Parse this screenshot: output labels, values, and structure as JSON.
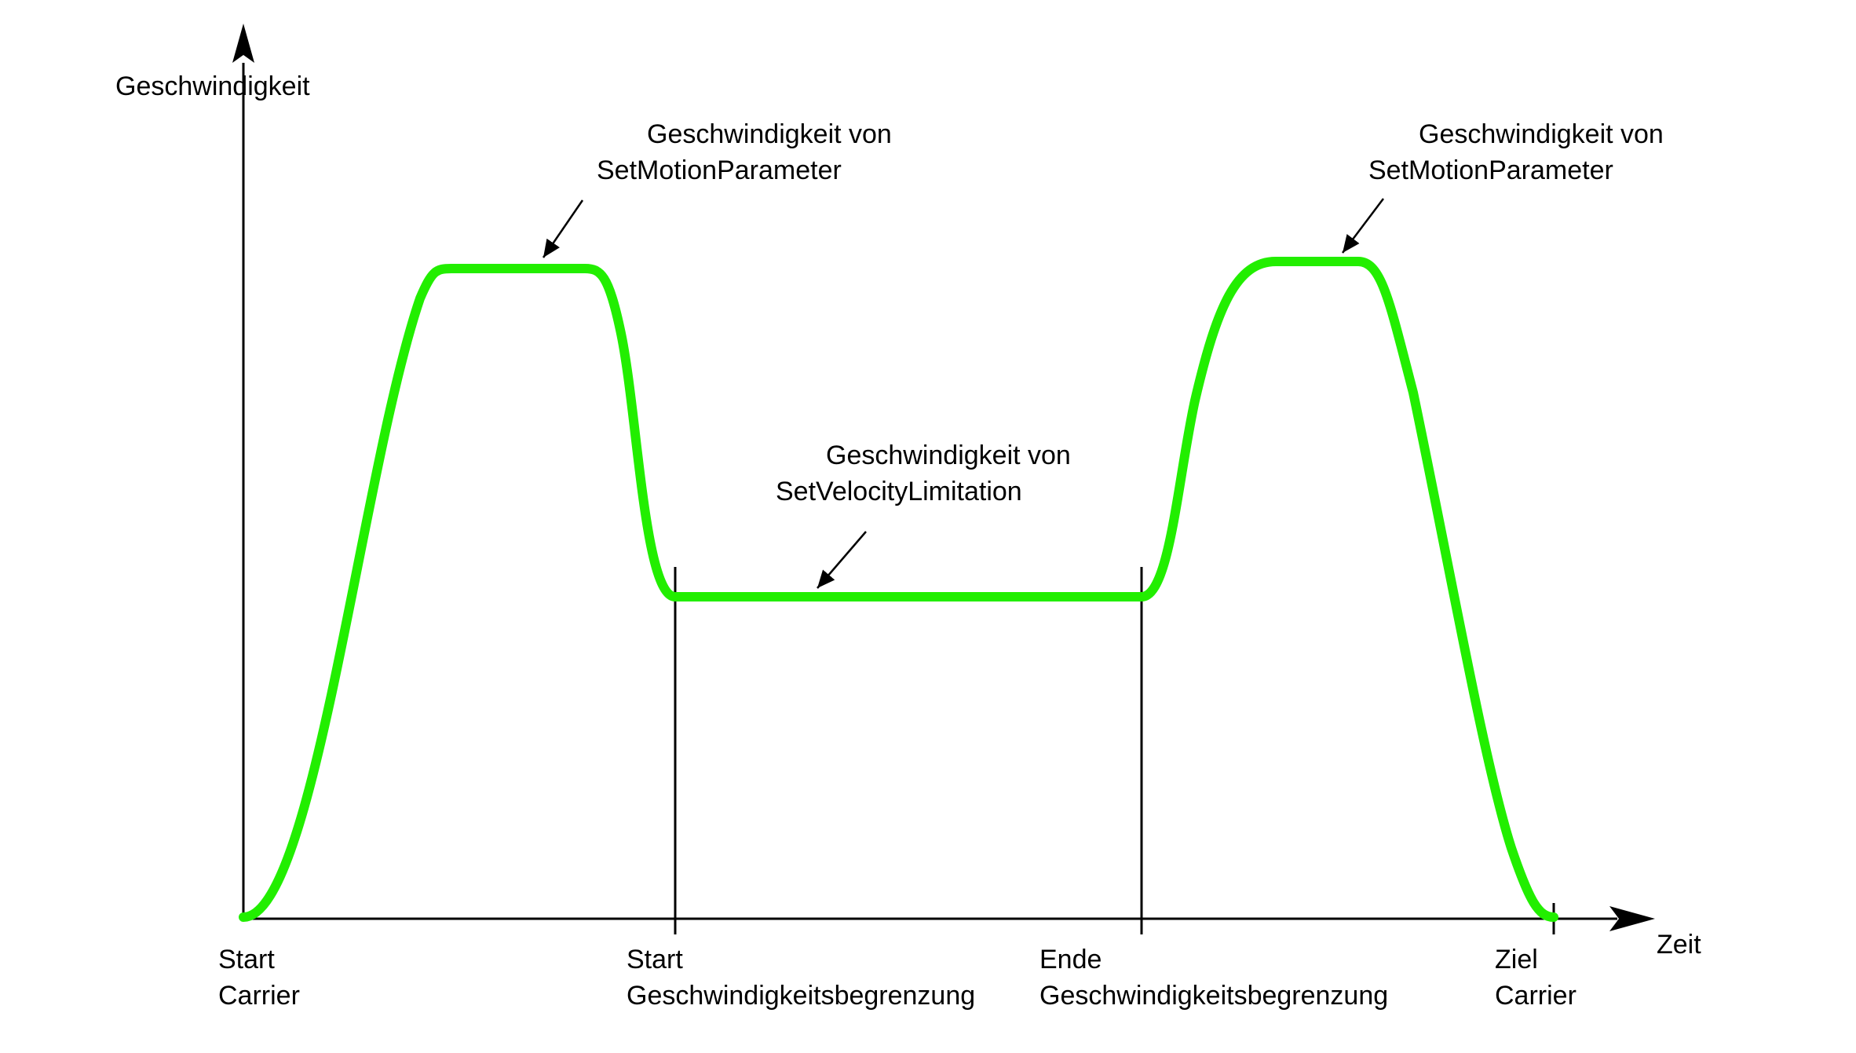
{
  "axes": {
    "y_label": "Geschwindigkeit",
    "x_label": "Zeit"
  },
  "annotations": {
    "motion_left": {
      "line1": "Geschwindigkeit von",
      "line2": "SetMotionParameter"
    },
    "velocity_limit": {
      "line1": "Geschwindigkeit von",
      "line2": "SetVelocityLimitation"
    },
    "motion_right": {
      "line1": "Geschwindigkeit von",
      "line2": "SetMotionParameter"
    }
  },
  "ticks": {
    "start_carrier": {
      "line1": "Start",
      "line2": "Carrier"
    },
    "start_limit": {
      "line1": "Start",
      "line2": "Geschwindigkeitsbegrenzung"
    },
    "end_limit": {
      "line1": "Ende",
      "line2": "Geschwindigkeitsbegrenzung"
    },
    "target_carrier": {
      "line1": "Ziel",
      "line2": "Carrier"
    }
  },
  "colors": {
    "curve": "#22ee00",
    "axis": "#000000"
  }
}
